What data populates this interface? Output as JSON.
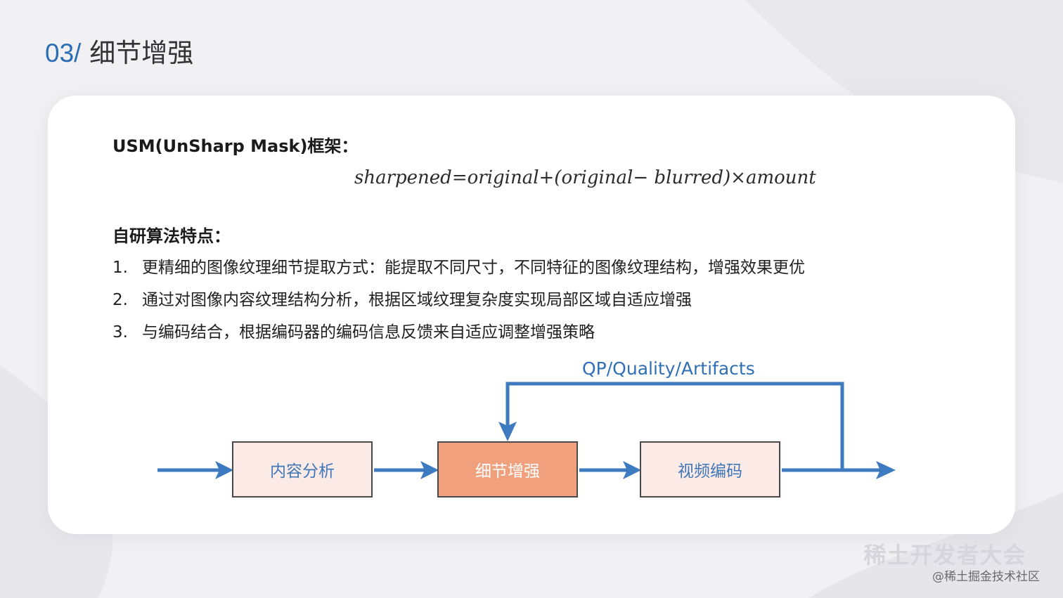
{
  "slide": {
    "number": "03/",
    "title": "细节增强"
  },
  "usm": {
    "heading": "USM(UnSharp Mask)框架：",
    "formula": "sharpened=original+(original− blurred)×amount"
  },
  "features": {
    "heading": "自研算法特点：",
    "items": [
      {
        "index": "1.",
        "text": "更精细的图像纹理细节提取方式：能提取不同尺寸，不同特征的图像纹理结构，增强效果更优"
      },
      {
        "index": "2.",
        "text": "通过对图像内容纹理结构分析，根据区域纹理复杂度实现局部区域自适应增强"
      },
      {
        "index": "3.",
        "text": "与编码结合，根据编码器的编码信息反馈来自适应调整增强策略"
      }
    ]
  },
  "diagram": {
    "boxes": [
      "内容分析",
      "细节增强",
      "视频编码"
    ],
    "feedback_label": "QP/Quality/Artifacts",
    "arrow_color": "#3d7abf",
    "accent_box_color": "#f0a07d",
    "light_box_color": "#fbeae6"
  },
  "branding": {
    "conference": "稀土开发者大会",
    "watermark": "@稀土掘金技术社区"
  }
}
